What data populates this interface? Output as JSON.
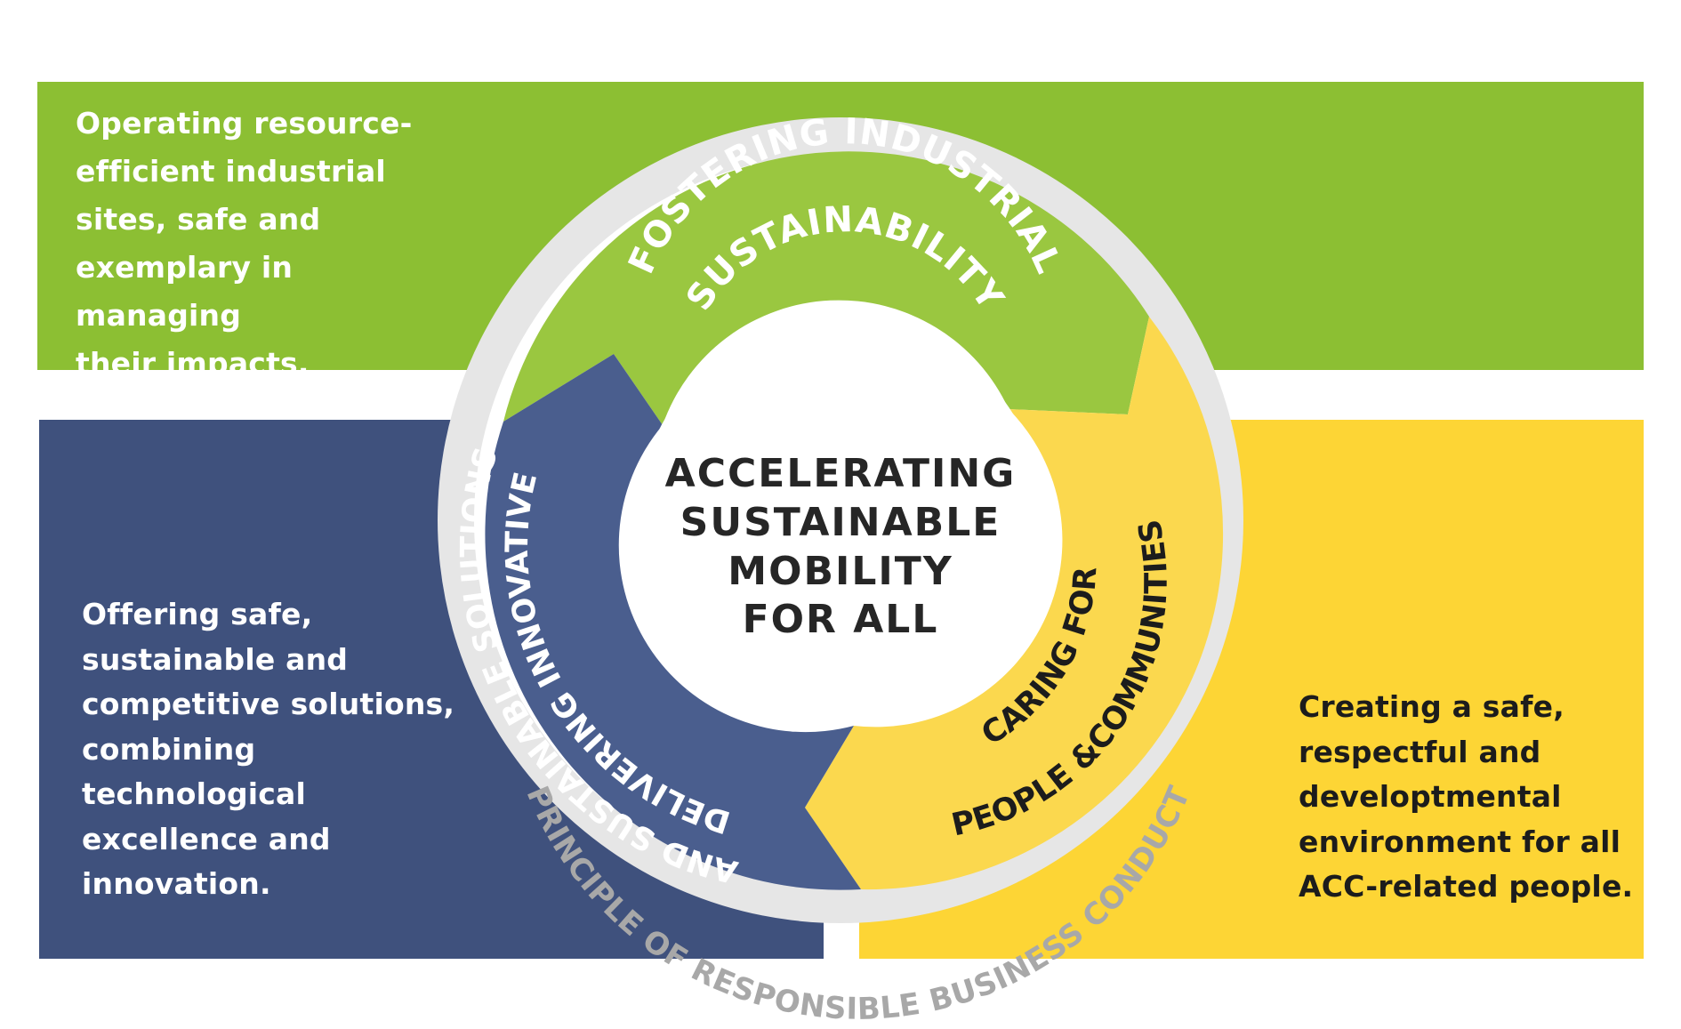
{
  "colors": {
    "green": "#8cbf33",
    "green_arrow": "#9ac740",
    "blue": "#3f517d",
    "blue_arrow": "#4a5e8e",
    "yellow": "#fdd535",
    "yellow_arrow": "#fbd84e",
    "ring": "#e6e6e6",
    "ring_text": "#a8a8a8"
  },
  "panels": {
    "green_text": "Operating resource-\nefficient industrial\nsites, safe and\nexemplary in managing\ntheir impacts.",
    "blue_text": "Offering safe,\nsustainable and\ncompetitive solutions,\ncombining\ntechnological\nexcellence and\ninnovation.",
    "yellow_text": "Creating a safe,\nrespectful and\ndeveloptmental\nenvironment for all\nACC-related people."
  },
  "wheel": {
    "center_lines": [
      "ACCELERATING",
      "SUSTAINABLE",
      "MOBILITY",
      "FOR ALL"
    ],
    "green_line1": "FOSTERING INDUSTRIAL",
    "green_line2": "SUSTAINABILITY",
    "blue_line1": "DELIVERING INNOVATIVE",
    "blue_line2": "AND SUSTAINABLE SOLUTIONS",
    "yellow_line1": "CARING FOR",
    "yellow_line2": "PEOPLE &COMMUNITIES",
    "ring_text": "PRINCIPLE OF RESPONSIBLE BUSINESS CONDUCT"
  }
}
